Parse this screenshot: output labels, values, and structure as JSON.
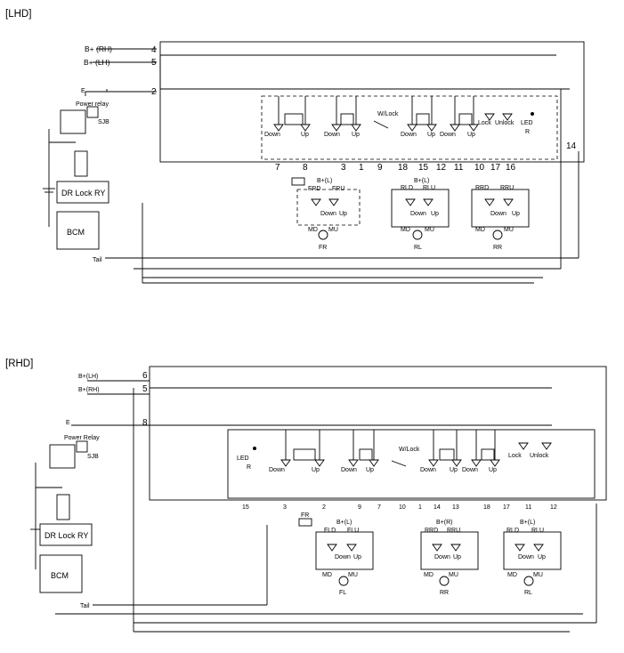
{
  "sections": [
    {
      "key": "lhd",
      "header": "[LHD]"
    },
    {
      "key": "rhd",
      "header": "[RHD]"
    }
  ],
  "lhd": {
    "feeds": [
      "B+ (RH)",
      "B+ (LH)",
      "E"
    ],
    "feed_pins": [
      "4",
      "5",
      "2"
    ],
    "power_relay": "Power\nrelay",
    "sjb": "SJB",
    "dr_lock_ry": "DR Lock RY",
    "bcm": "BCM",
    "tail": "Tail",
    "switch_labels": [
      "Down",
      "Up",
      "Down",
      "Up",
      "Down",
      "Up",
      "Down",
      "Up"
    ],
    "wlock": "W/Lock",
    "lock": "Lock",
    "unlock": "Unlock",
    "led": "LED",
    "r": "R",
    "pins_bottom": [
      "7",
      "8",
      "3",
      "1",
      "9",
      "18",
      "15",
      "12",
      "11",
      "10",
      "17",
      "16"
    ],
    "pin_14": "14",
    "motors": [
      {
        "name": "FR",
        "sub_d": "FRD",
        "sub_u": "FRU",
        "md": "MD",
        "mu": "MU",
        "supply": "B+(L)",
        "down": "Down",
        "up": "Up"
      },
      {
        "name": "RL",
        "sub_d": "RLD",
        "sub_u": "RLU",
        "md": "MD",
        "mu": "MU",
        "supply": "B+(L)",
        "down": "Down",
        "up": "Up"
      },
      {
        "name": "RR",
        "sub_d": "RRD",
        "sub_u": "RRU",
        "md": "MD",
        "mu": "MU",
        "supply": "",
        "down": "Down",
        "up": "Up"
      }
    ]
  },
  "rhd": {
    "feeds": [
      "B+(LH)",
      "B+(RH)",
      "E"
    ],
    "feed_pins": [
      "6",
      "5",
      "8"
    ],
    "power_relay": "Power\nRelay",
    "sjb": "SJB",
    "dr_lock_ry": "DR Lock RY",
    "bcm": "BCM",
    "tail": "Tail",
    "switch_labels": [
      "Down",
      "Up",
      "Down",
      "Up",
      "Down",
      "Up",
      "Down",
      "Up"
    ],
    "wlock": "W/Lock",
    "lock": "Lock",
    "unlock": "Unlock",
    "led": "LED",
    "r": "R",
    "pins_bottom": [
      "15",
      "3",
      "2",
      "9",
      "7",
      "10",
      "1",
      "14",
      "13",
      "18",
      "17",
      "11",
      "12"
    ],
    "fr_label": "FR",
    "motors": [
      {
        "name": "FL",
        "sub_d": "FLD",
        "sub_u": "FLU",
        "md": "MD",
        "mu": "MU",
        "supply": "B+(L)",
        "down": "Down",
        "up": "Up"
      },
      {
        "name": "RR",
        "sub_d": "RRD",
        "sub_u": "RRU",
        "md": "MD",
        "mu": "MU",
        "supply": "B+(R)",
        "down": "Down",
        "up": "Up"
      },
      {
        "name": "RL",
        "sub_d": "RLD",
        "sub_u": "RLU",
        "md": "MD",
        "mu": "MU",
        "supply": "B+(L)",
        "down": "Down",
        "up": "Up"
      }
    ]
  }
}
